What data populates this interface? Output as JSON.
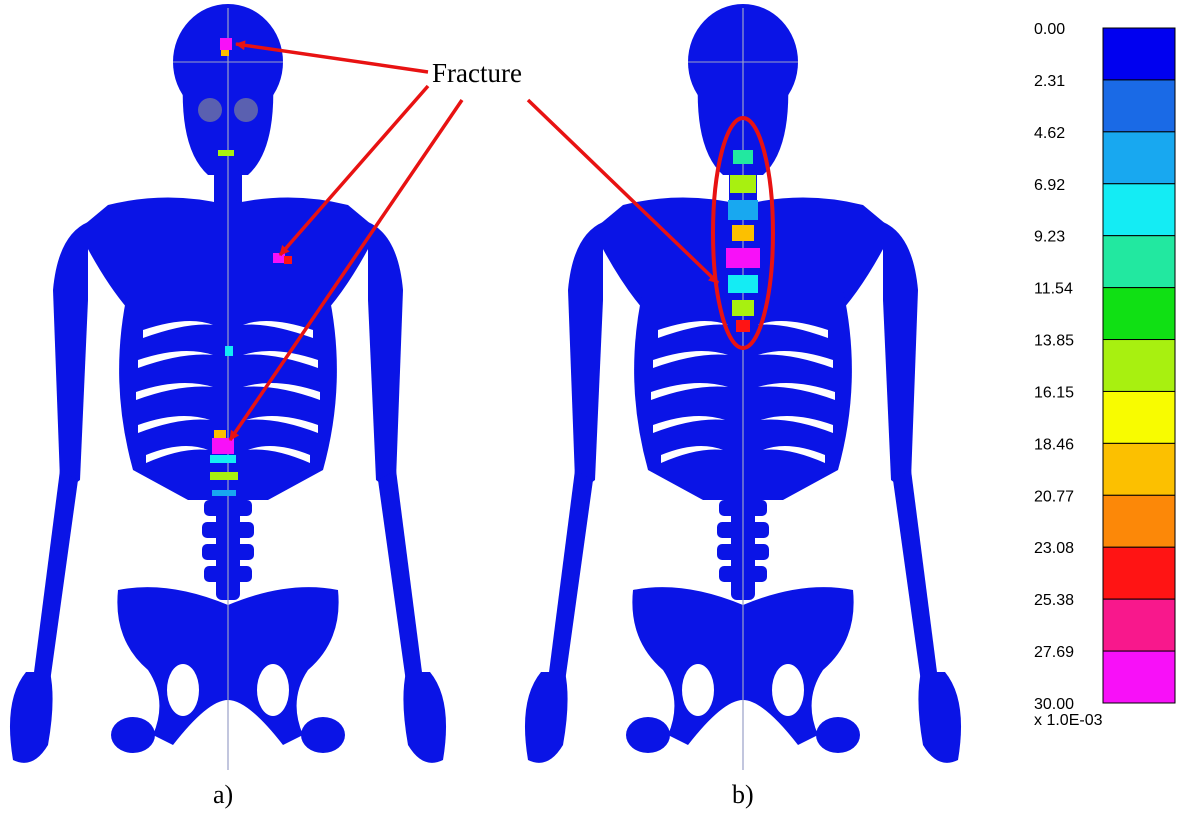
{
  "annotation": {
    "label": "Fracture",
    "arrow_color": "#e81212"
  },
  "panels": [
    {
      "id": "a",
      "label": "a)"
    },
    {
      "id": "b",
      "label": "b)"
    }
  ],
  "colors": {
    "bone": "#0a14e6",
    "outline": "#9aa0c8"
  },
  "colorbar": {
    "ticks": [
      "0.00",
      "2.31",
      "4.62",
      "6.92",
      "9.23",
      "11.54",
      "13.85",
      "16.15",
      "18.46",
      "20.77",
      "23.08",
      "25.38",
      "27.69",
      "30.00"
    ],
    "colors": [
      "#0000f0",
      "#1a6ae6",
      "#18a8f0",
      "#14ecf4",
      "#22e8a0",
      "#10e014",
      "#a8f010",
      "#f8fc00",
      "#fcc000",
      "#fc8808",
      "#ff1414",
      "#f8188c",
      "#f810f8"
    ],
    "multiplier": "x 1.0E-03"
  }
}
